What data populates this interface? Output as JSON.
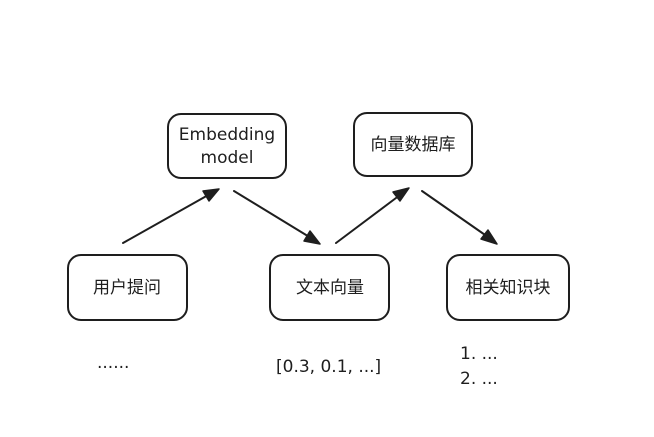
{
  "nodes": {
    "embedding_model": {
      "lines": [
        "Embedding",
        "model"
      ]
    },
    "vector_db": {
      "label": "向量数据库"
    },
    "user_question": {
      "label": "用户提问"
    },
    "text_vector": {
      "label": "文本向量"
    },
    "related_chunks": {
      "label": "相关知识块"
    }
  },
  "notes": {
    "user_question_note": "......",
    "vector_note": "[0.3, 0.1, ...]",
    "chunks_list": [
      "1. ...",
      "2. ..."
    ]
  },
  "colors": {
    "stroke": "#1e1e1e",
    "background": "#ffffff"
  }
}
